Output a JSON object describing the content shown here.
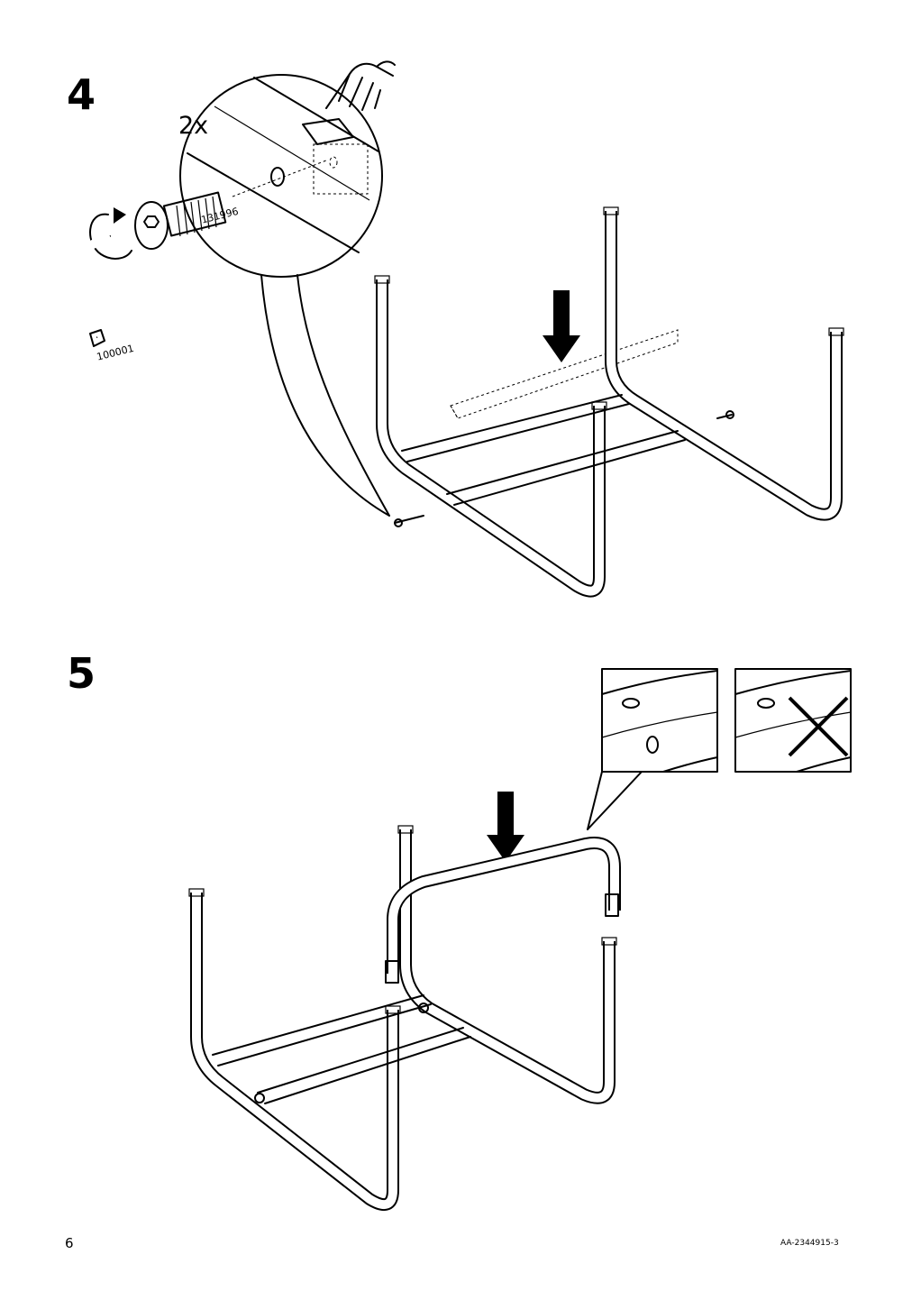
{
  "step4": {
    "number": "4",
    "quantity": "2x",
    "bolt_part": "131996",
    "key_part": "100001"
  },
  "step5": {
    "number": "5"
  },
  "footer": {
    "page_number": "6",
    "doc_id": "AA-2344915-3"
  },
  "icons": [
    "press-hand-icon",
    "rotate-arrow-icon",
    "down-arrow-icon",
    "wrong-cross-icon"
  ]
}
